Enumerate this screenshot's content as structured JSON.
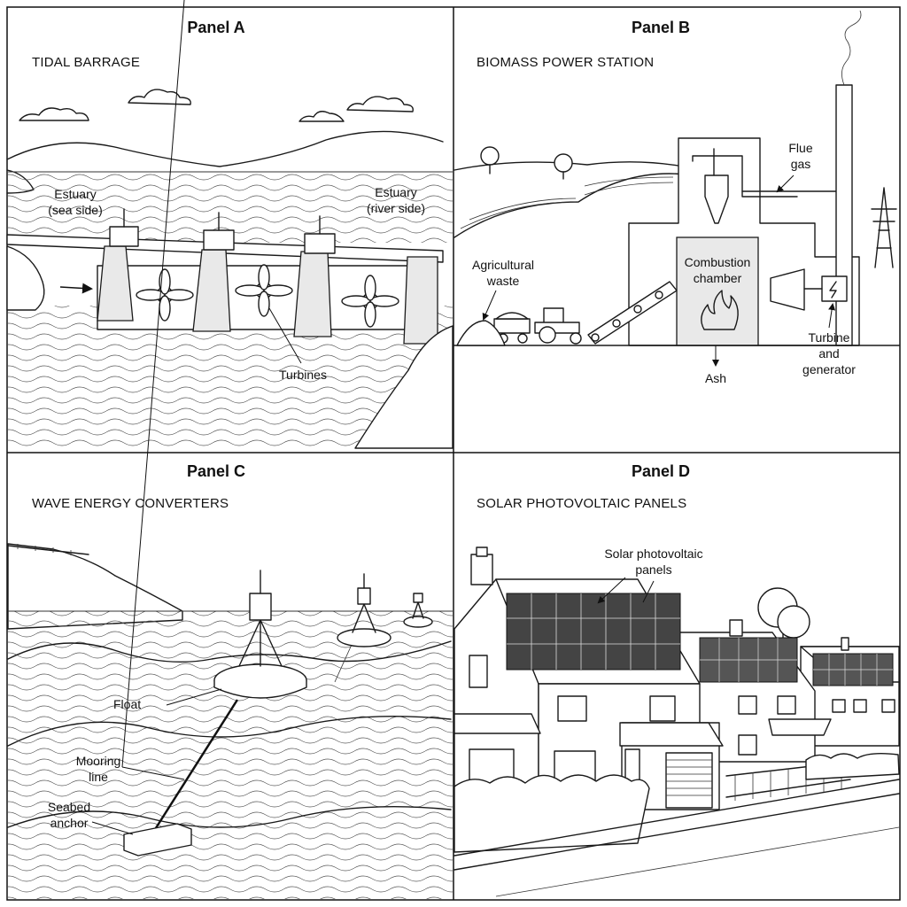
{
  "panels": {
    "a": {
      "title": "Panel A",
      "subtitle": "TIDAL BARRAGE",
      "labels": {
        "sea_side_1": "Estuary",
        "sea_side_2": "(sea side)",
        "river_side_1": "Estuary",
        "river_side_2": "(river side)",
        "turbines": "Turbines"
      }
    },
    "b": {
      "title": "Panel B",
      "subtitle": "BIOMASS POWER STATION",
      "labels": {
        "flue_1": "Flue",
        "flue_2": "gas",
        "agri_1": "Agricultural",
        "agri_2": "waste",
        "combustion_1": "Combustion",
        "combustion_2": "chamber",
        "ash": "Ash",
        "turbine_1": "Turbine",
        "turbine_2": "and",
        "turbine_3": "generator"
      }
    },
    "c": {
      "title": "Panel C",
      "subtitle": "WAVE ENERGY CONVERTERS",
      "labels": {
        "float": "Float",
        "mooring_1": "Mooring",
        "mooring_2": "line",
        "anchor_1": "Seabed",
        "anchor_2": "anchor"
      }
    },
    "d": {
      "title": "Panel D",
      "subtitle": "SOLAR PHOTOVOLTAIC PANELS",
      "labels": {
        "solar_1": "Solar photovoltaic",
        "solar_2": "panels"
      }
    }
  },
  "icons": [
    "turbine-icon",
    "flame-icon",
    "lightning-bolt-icon",
    "smoke-icon",
    "arrow-icon"
  ],
  "colors": {
    "ink": "#1a1a1a",
    "background": "#ffffff"
  }
}
